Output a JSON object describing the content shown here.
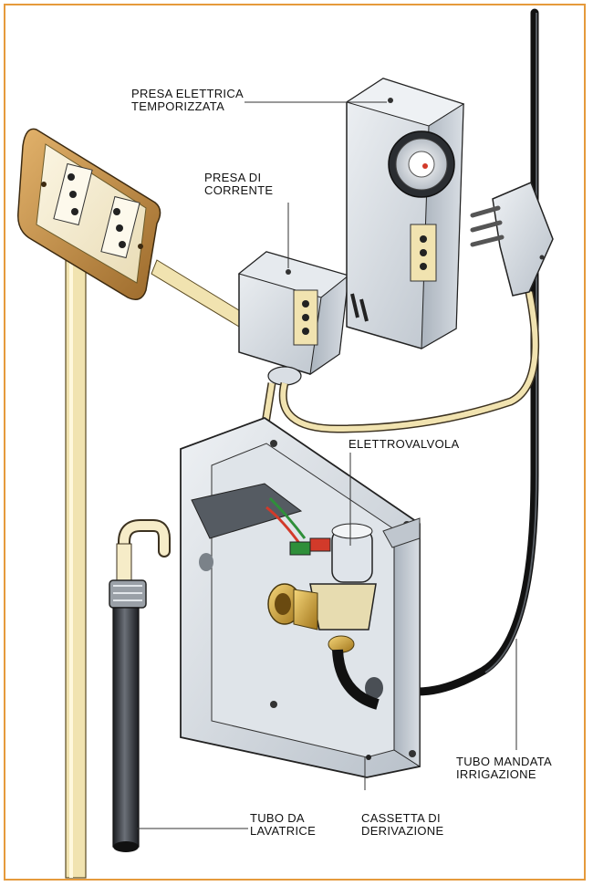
{
  "labels": {
    "timer_socket": [
      "PRESA ELETTRICA",
      "TEMPORIZZATA"
    ],
    "power_socket": [
      "PRESA DI",
      "CORRENTE"
    ],
    "valve": [
      "ELETTROVALVOLA"
    ],
    "irrigation_pipe": [
      "TUBO MANDATA",
      "IRRIGAZIONE"
    ],
    "washer_pipe": [
      "TUBO DA",
      "LAVATRICE"
    ],
    "junction_box": [
      "CASSETTA DI",
      "DERIVAZIONE"
    ]
  },
  "colors": {
    "frame": "#e59a3c",
    "metal_grey": "#cfd5dc",
    "wood": "#c8924a",
    "cream_cable": "#f1e3b0",
    "black_pipe": "#1a1a1a",
    "brass": "#d8a93a",
    "wire_red": "#d23a2a",
    "wire_green": "#2f8f3a"
  }
}
